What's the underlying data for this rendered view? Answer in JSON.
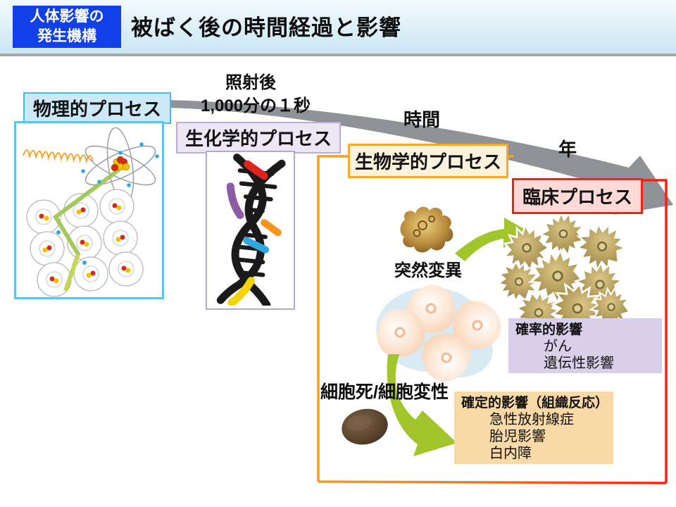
{
  "header": {
    "tag": {
      "line1": "人体影響の",
      "line2": "発生機構"
    },
    "title": "被ばく後の時間経過と影響"
  },
  "timeline": {
    "start_line1": "照射後",
    "start_line2": "1,000分の１秒",
    "time": "時間",
    "year": "年"
  },
  "process_labels": {
    "physical": "物理的プロセス",
    "biochemical": "生化学的プロセス",
    "biological": "生物学的プロセス",
    "clinical": "臨床プロセス"
  },
  "effects": {
    "mutation": "突然変異",
    "cell_death": "細胞死/細胞変性",
    "stochastic": {
      "title": "確率的影響",
      "items": [
        "がん",
        "遺伝性影響"
      ]
    },
    "deterministic": {
      "title": "確定的影響（組織反応）",
      "items": [
        "急性放射線症",
        "胎児影響",
        "白内障"
      ]
    }
  },
  "colors": {
    "header_tag_bg": "#1240e8",
    "physical_accent": "#47b7ee",
    "biochemical_accent": "#bcaad9",
    "biological_accent": "#f4a733",
    "clinical_accent": "#fb1d0e",
    "stochastic_bg": "#d9cfe9",
    "deterministic_bg": "#f9d9a5",
    "time_arrow": "#909396",
    "green_arrow": "#a3c52c"
  }
}
